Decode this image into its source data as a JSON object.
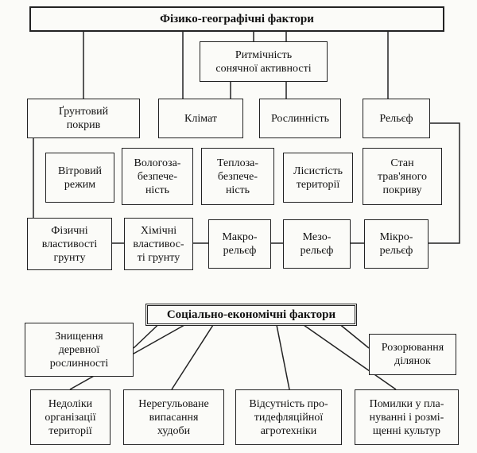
{
  "physical": {
    "title": "Фізико-географічні фактори",
    "rhythm": "Ритмічність\nсонячної активності",
    "soil": "Ґрунтовий\nпокрив",
    "climate": "Клімат",
    "vegetation": "Рослинність",
    "relief": "Рельєф",
    "wind": "Вітровий\nрежим",
    "moisture": "Вологоза-\nбезпече-\nність",
    "heat": "Теплоза-\nбезпече-\nність",
    "forest": "Лісистість\nтериторії",
    "grass": "Стан\nтрав'яного\nпокриву",
    "soil_phys": "Фізичні\nвластивості\nгрунту",
    "soil_chem": "Хімічні\nвластивос-\nті грунту",
    "macro": "Макро-\nрельєф",
    "meso": "Мезо-\nрельєф",
    "micro": "Мікро-\nрельєф"
  },
  "social": {
    "title": "Соціально-економічні фактори",
    "deforestation": "Знищення\nдеревної\nрослинності",
    "plowing": "Розорювання\nділянок",
    "planning": "Недоліки\nорганізації\nтериторії",
    "grazing": "Нерегульоване\nвипасання\nхудоби",
    "agrotech": "Відсутність про-\nтидефляційної\nагротехніки",
    "crops": "Помилки у пла-\nнуванні і розмі-\nщенні культур"
  }
}
